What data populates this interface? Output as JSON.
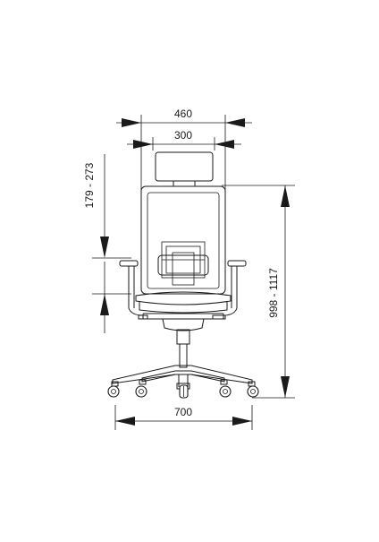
{
  "dimensions": {
    "overall_width": "460",
    "seat_width": "300",
    "headrest_adjustment": "179 - 273",
    "overall_height": "998 - 1117",
    "base_width": "700"
  }
}
